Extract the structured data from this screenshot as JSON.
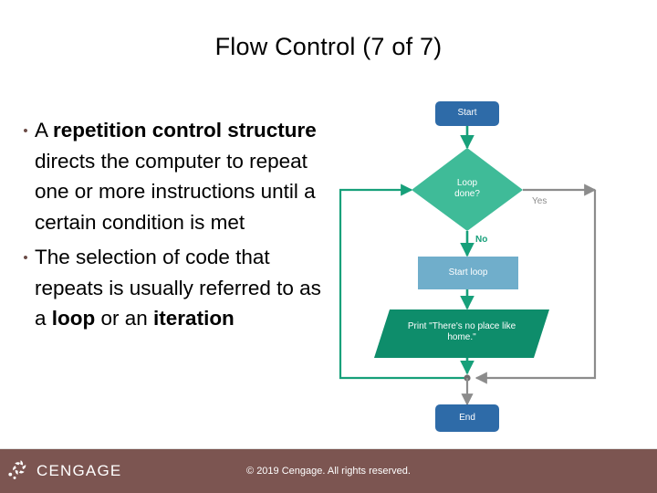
{
  "slide": {
    "title": "Flow Control (7 of 7)"
  },
  "bullets": [
    {
      "marker": "•",
      "segments": [
        {
          "text": "A ",
          "bold": false
        },
        {
          "text": "repetition control structure",
          "bold": true
        },
        {
          "text": " directs the computer to repeat one or more instructions until a certain condition is met",
          "bold": false
        }
      ]
    },
    {
      "marker": "•",
      "segments": [
        {
          "text": "The selection of code that repeats is usually referred to as a ",
          "bold": false
        },
        {
          "text": "loop",
          "bold": true
        },
        {
          "text": " or an ",
          "bold": false
        },
        {
          "text": "iteration",
          "bold": true
        }
      ]
    }
  ],
  "flowchart": {
    "nodes": {
      "start": {
        "label": "Start",
        "shape": "rounded-rectangle",
        "color": "#2e6ba8"
      },
      "decision": {
        "label": "Loop\ndone?",
        "shape": "diamond",
        "color": "#3fbb98"
      },
      "start_loop": {
        "label": "Start loop",
        "shape": "rectangle",
        "color": "#70aecb"
      },
      "print": {
        "label": "Print \"There's no place like home.\"",
        "shape": "parallelogram",
        "color": "#0e8d6b"
      },
      "end": {
        "label": "End",
        "shape": "rounded-rectangle",
        "color": "#2e6ba8"
      }
    },
    "edges": {
      "yes_label": "Yes",
      "no_label": "No",
      "loop_color": "#17a07a",
      "exit_color": "#8c8c8c"
    }
  },
  "footer": {
    "logo_text": "CENGAGE",
    "copyright": "© 2019 Cengage. All rights reserved.",
    "bar_color": "#7c5551"
  }
}
